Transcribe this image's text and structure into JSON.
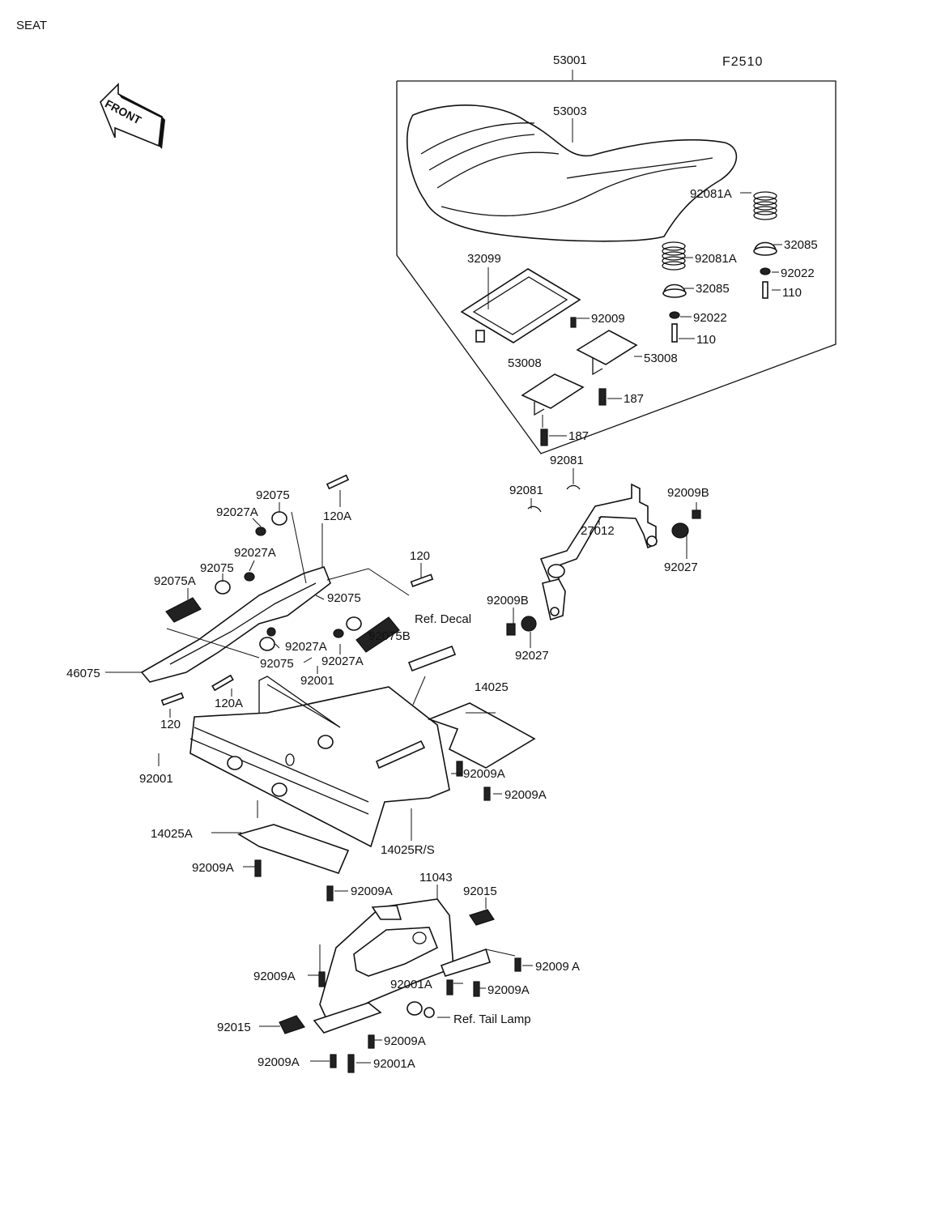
{
  "title": "SEAT",
  "figure_code": "F2510",
  "front_label": "FRONT",
  "parts": [
    {
      "id": "p53001",
      "label": "53001"
    },
    {
      "id": "p53003",
      "label": "53003"
    },
    {
      "id": "p92081A_1",
      "label": "92081A"
    },
    {
      "id": "p32085_1",
      "label": "32085"
    },
    {
      "id": "p92022_1",
      "label": "92022"
    },
    {
      "id": "p110_1",
      "label": "110"
    },
    {
      "id": "p32099",
      "label": "32099"
    },
    {
      "id": "p92081A_2",
      "label": "92081A"
    },
    {
      "id": "p32085_2",
      "label": "32085"
    },
    {
      "id": "p92022_2",
      "label": "92022"
    },
    {
      "id": "p110_2",
      "label": "110"
    },
    {
      "id": "p92009_1",
      "label": "92009"
    },
    {
      "id": "p53008_1",
      "label": "53008"
    },
    {
      "id": "p53008_2",
      "label": "53008"
    },
    {
      "id": "p187_1",
      "label": "187"
    },
    {
      "id": "p187_2",
      "label": "187"
    },
    {
      "id": "p92081_1",
      "label": "92081"
    },
    {
      "id": "p92081_2",
      "label": "92081"
    },
    {
      "id": "p92009B_1",
      "label": "92009B"
    },
    {
      "id": "p27012",
      "label": "27012"
    },
    {
      "id": "p92027_1",
      "label": "92027"
    },
    {
      "id": "p92009B_2",
      "label": "92009B"
    },
    {
      "id": "p92027_2",
      "label": "92027"
    },
    {
      "id": "p92075_1",
      "label": "92075"
    },
    {
      "id": "p92027A_1",
      "label": "92027A"
    },
    {
      "id": "p120A_1",
      "label": "120A"
    },
    {
      "id": "p92027A_2",
      "label": "92027A"
    },
    {
      "id": "p92075_2",
      "label": "92075"
    },
    {
      "id": "p92075A",
      "label": "92075A"
    },
    {
      "id": "p120_1",
      "label": "120"
    },
    {
      "id": "p92075_3",
      "label": "92075"
    },
    {
      "id": "p92075B",
      "label": "92075B"
    },
    {
      "id": "pRefDecal",
      "label": "Ref. Decal"
    },
    {
      "id": "p92027A_3",
      "label": "92027A"
    },
    {
      "id": "p92075_4",
      "label": "92075"
    },
    {
      "id": "p92027A_4",
      "label": "92027A"
    },
    {
      "id": "p92001_1",
      "label": "92001"
    },
    {
      "id": "p46075",
      "label": "46075"
    },
    {
      "id": "p120A_2",
      "label": "120A"
    },
    {
      "id": "p120_2",
      "label": "120"
    },
    {
      "id": "p14025",
      "label": "14025"
    },
    {
      "id": "p92001_2",
      "label": "92001"
    },
    {
      "id": "p92009A_1",
      "label": "92009A"
    },
    {
      "id": "p92009A_2",
      "label": "92009A"
    },
    {
      "id": "p14025A",
      "label": "14025A"
    },
    {
      "id": "p14025RS",
      "label": "14025R/S"
    },
    {
      "id": "p92009A_3",
      "label": "92009A"
    },
    {
      "id": "p92009A_4",
      "label": "92009A"
    },
    {
      "id": "p11043",
      "label": "11043"
    },
    {
      "id": "p92015_1",
      "label": "92015"
    },
    {
      "id": "p92009A_5",
      "label": "92009A"
    },
    {
      "id": "p92009A_6",
      "label": "92009 A"
    },
    {
      "id": "p92001A_1",
      "label": "92001A"
    },
    {
      "id": "p92009A_7",
      "label": "92009A"
    },
    {
      "id": "pRefTailLamp",
      "label": "Ref. Tail Lamp"
    },
    {
      "id": "p92015_2",
      "label": "92015"
    },
    {
      "id": "p92009A_8",
      "label": "92009A"
    },
    {
      "id": "p92009A_9",
      "label": "92009A"
    },
    {
      "id": "p92001A_2",
      "label": "92001A"
    }
  ]
}
